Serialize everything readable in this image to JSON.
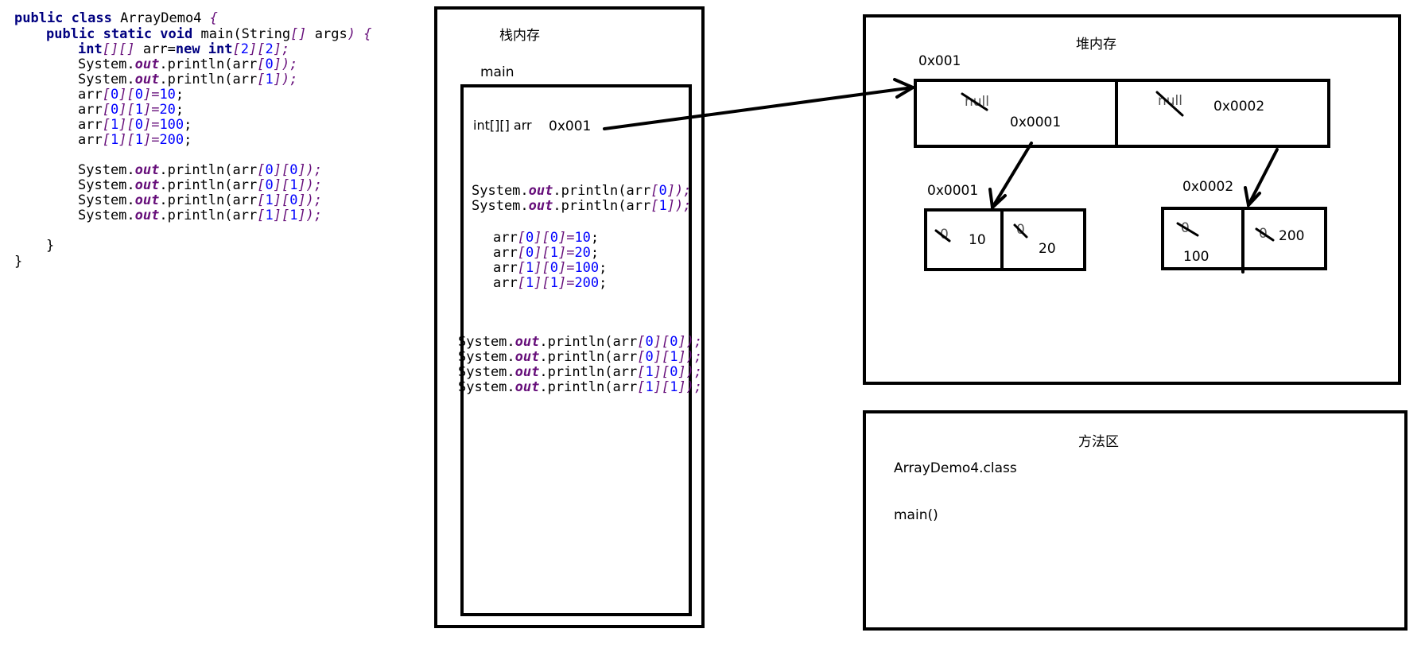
{
  "source_code": {
    "line1": [
      "public class ",
      "ArrayDemo4 ",
      "{"
    ],
    "line2": [
      "public static void ",
      "main(String",
      "[] ",
      "args",
      ") ",
      "{"
    ],
    "line3": [
      "int",
      "[][] ",
      "arr=",
      "new int",
      "[",
      "2",
      "][",
      "2",
      "];"
    ],
    "line4": [
      "System.",
      "out",
      ".println(arr",
      "[",
      "0",
      "]);"
    ],
    "line5": [
      "System.",
      "out",
      ".println(arr",
      "[",
      "1",
      "]);"
    ],
    "line6": [
      "arr",
      "[",
      "0",
      "][",
      "0",
      "]=",
      "10",
      ";"
    ],
    "line7": [
      "arr",
      "[",
      "0",
      "][",
      "1",
      "]=",
      "20",
      ";"
    ],
    "line8": [
      "arr",
      "[",
      "1",
      "][",
      "0",
      "]=",
      "100",
      ";"
    ],
    "line9": [
      "arr",
      "[",
      "1",
      "][",
      "1",
      "]=",
      "200",
      ";"
    ],
    "line10": [
      "System.",
      "out",
      ".println(arr",
      "[",
      "0",
      "][",
      "0",
      "]);"
    ],
    "line11": [
      "System.",
      "out",
      ".println(arr",
      "[",
      "0",
      "][",
      "1",
      "]);"
    ],
    "line12": [
      "System.",
      "out",
      ".println(arr",
      "[",
      "1",
      "][",
      "0",
      "]);"
    ],
    "line13": [
      "System.",
      "out",
      ".println(arr",
      "[",
      "1",
      "][",
      "1",
      "]);"
    ],
    "close_method": "}",
    "close_class": "}"
  },
  "stack": {
    "title": "栈内存",
    "frame_name": "main",
    "var_label": "int[][] arr",
    "var_value": "0x001",
    "println_lines": [
      [
        "System.",
        "out",
        ".println(arr",
        "[",
        "0",
        "]);"
      ],
      [
        "System.",
        "out",
        ".println(arr",
        "[",
        "1",
        "]);"
      ]
    ],
    "assign_lines": [
      [
        "arr",
        "[",
        "0",
        "][",
        "0",
        "]=",
        "10",
        ";"
      ],
      [
        "arr",
        "[",
        "0",
        "][",
        "1",
        "]=",
        "20",
        ";"
      ],
      [
        "arr",
        "[",
        "1",
        "][",
        "0",
        "]=",
        "100",
        ";"
      ],
      [
        "arr",
        "[",
        "1",
        "][",
        "1",
        "]=",
        "200",
        ";"
      ]
    ],
    "print2_lines": [
      [
        "System.",
        "out",
        ".println(arr",
        "[",
        "0",
        "][",
        "0",
        "]);"
      ],
      [
        "System.",
        "out",
        ".println(arr",
        "[",
        "0",
        "][",
        "1",
        "]);"
      ],
      [
        "System.",
        "out",
        ".println(arr",
        "[",
        "1",
        "][",
        "0",
        "]);"
      ],
      [
        "System.",
        "out",
        ".println(arr",
        "[",
        "1",
        "][",
        "1",
        "]);"
      ]
    ]
  },
  "heap": {
    "title": "堆内存",
    "outer_address": "0x001",
    "outer_cells": [
      {
        "old": "null",
        "value": "0x0001"
      },
      {
        "old": "null",
        "value": "0x0002"
      }
    ],
    "inner_arrays": [
      {
        "address": "0x0001",
        "cells": [
          {
            "old": "0",
            "value": "10"
          },
          {
            "old": "0",
            "value": "20"
          }
        ]
      },
      {
        "address": "0x0002",
        "cells": [
          {
            "old": "0",
            "value": "100"
          },
          {
            "old": "0",
            "value": "200"
          }
        ]
      }
    ]
  },
  "method_area": {
    "title": "方法区",
    "items": [
      "ArrayDemo4.class",
      "main()"
    ]
  }
}
